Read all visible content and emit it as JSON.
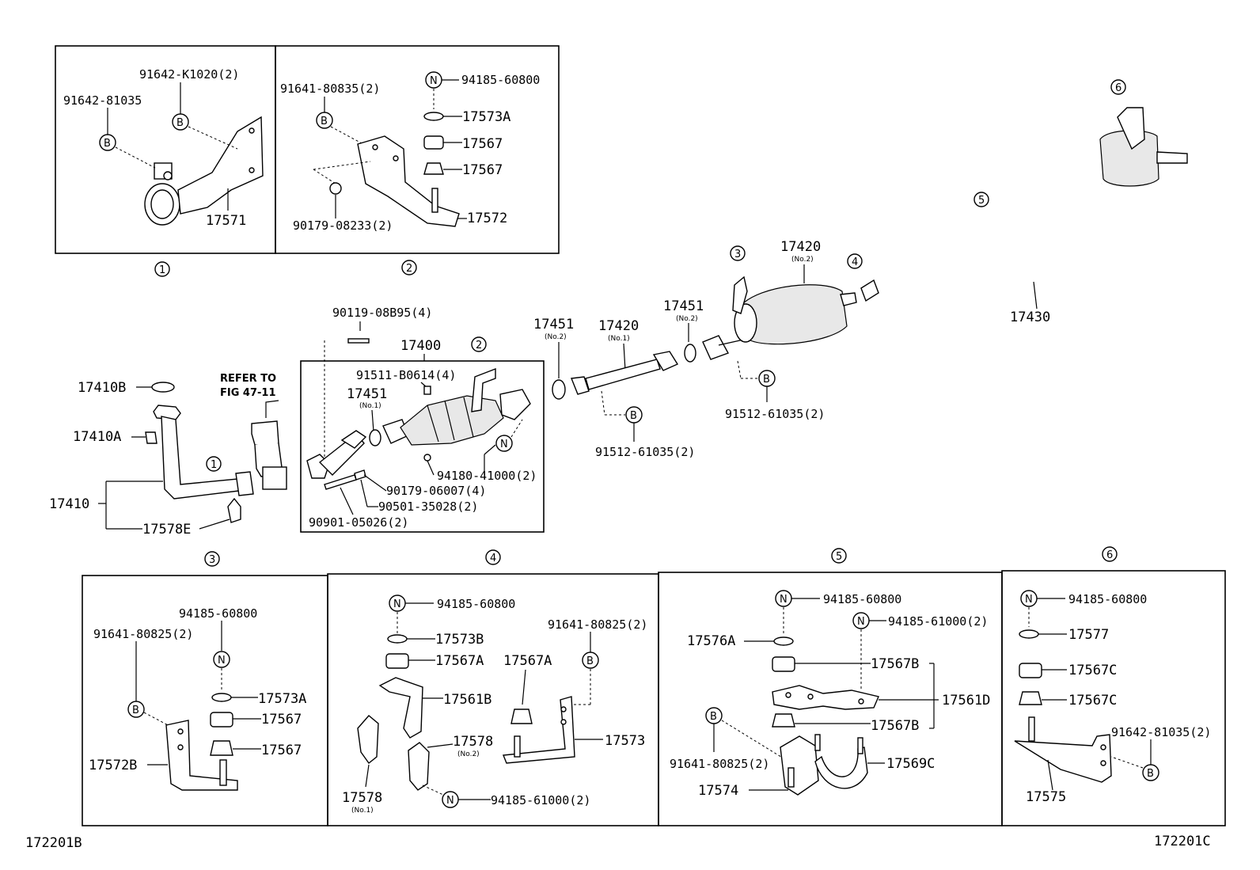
{
  "labels": {
    "p91642_K1020": "91642-K1020(2)",
    "p91642_81035_a": "91642-81035",
    "p17571": "17571",
    "p91641_80835": "91641-80835(2)",
    "p94185_60800_a": "94185-60800",
    "p17573A_a": "17573A",
    "p17567_a": "17567",
    "p17567_b": "17567",
    "p17572": "17572",
    "p90179_08233": "90179-08233(2)",
    "p90119_08B95": "90119-08B95(4)",
    "p17400": "17400",
    "p91511_B0614": "91511-B0614(4)",
    "p17451_no1": "17451",
    "p17451_no1_sub": "(No.1)",
    "p94180_41000": "94180-41000(2)",
    "p90179_06007": "90179-06007(4)",
    "p90501_35028": "90501-35028(2)",
    "p90901_05026": "90901-05026(2)",
    "p17410B": "17410B",
    "p17410A": "17410A",
    "p17410": "17410",
    "p17578E": "17578E",
    "refer_to": "REFER TO",
    "fig_ref": "FIG 47-11",
    "p17451_no2a": "17451",
    "p17451_no2a_sub": "(No.2)",
    "p17420_no1": "17420",
    "p17420_no1_sub": "(No.1)",
    "p91512_61035_a": "91512-61035(2)",
    "p17451_no2b": "17451",
    "p17451_no2b_sub": "(No.2)",
    "p17420_no2": "17420",
    "p17420_no2_sub": "(No.2)",
    "p91512_61035_b": "91512-61035(2)",
    "p17430": "17430",
    "b3_94185_60800": "94185-60800",
    "b3_91641_80825": "91641-80825(2)",
    "b3_17573A": "17573A",
    "b3_17567a": "17567",
    "b3_17567b": "17567",
    "b3_17572B": "17572B",
    "b4_94185_60800": "94185-60800",
    "b4_17573B": "17573B",
    "b4_17567A_a": "17567A",
    "b4_17567A_b": "17567A",
    "b4_91641_80825": "91641-80825(2)",
    "b4_17561B": "17561B",
    "b4_17578_no2": "17578",
    "b4_17578_no2_sub": "(No.2)",
    "b4_17573": "17573",
    "b4_17578_no1": "17578",
    "b4_17578_no1_sub": "(No.1)",
    "b4_94185_61000": "94185-61000(2)",
    "b5_94185_60800": "94185-60800",
    "b5_94185_61000": "94185-61000(2)",
    "b5_17576A": "17576A",
    "b5_17567B_a": "17567B",
    "b5_17561D": "17561D",
    "b5_17567B_b": "17567B",
    "b5_91641_80825": "91641-80825(2)",
    "b5_17569C": "17569C",
    "b5_17574": "17574",
    "b6_94185_60800": "94185-60800",
    "b6_17577": "17577",
    "b6_17567C_a": "17567C",
    "b6_17567C_b": "17567C",
    "b6_91642_81035": "91642-81035(2)",
    "b6_17575": "17575",
    "code_left": "172201B",
    "code_right": "172201C"
  },
  "markers": {
    "n1": "1",
    "n2": "2",
    "n3": "3",
    "n4": "4",
    "n5": "5",
    "n6": "6",
    "B": "B",
    "N": "N"
  }
}
